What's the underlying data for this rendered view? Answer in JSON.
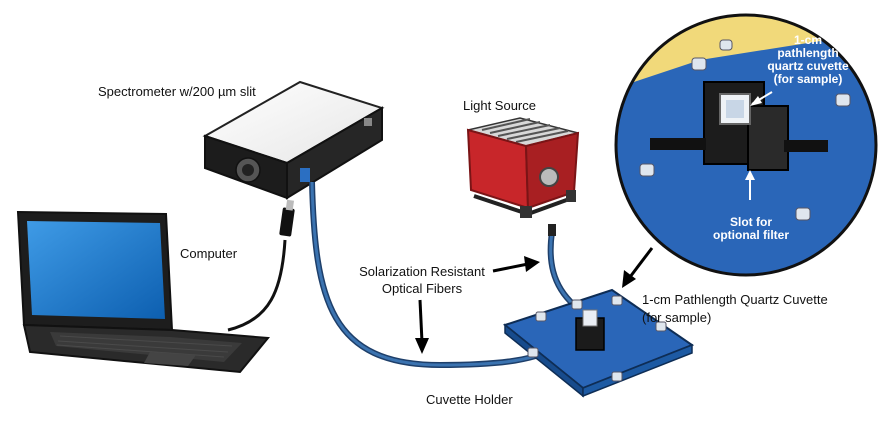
{
  "labels": {
    "spectrometer": "Spectrometer w/200 µm slit",
    "light_source": "Light Source",
    "computer": "Computer",
    "fibers_line1": "Solarization Resistant",
    "fibers_line2": "Optical Fibers",
    "cuvette_line1": "1-cm Pathlength Quartz Cuvette",
    "cuvette_line2": "(for sample)",
    "cuvette_holder": "Cuvette Holder"
  },
  "inset": {
    "cuvette_line1": "1-cm",
    "cuvette_line2": "pathlength",
    "cuvette_line3": "quartz cuvette",
    "cuvette_line4": "(for sample)",
    "slot_line1": "Slot for",
    "slot_line2": "optional filter"
  },
  "colors": {
    "fiber": "#2f5f96",
    "holder": "#2a66b8",
    "light_source_body": "#c8262a",
    "screen": "#1a73c8"
  }
}
